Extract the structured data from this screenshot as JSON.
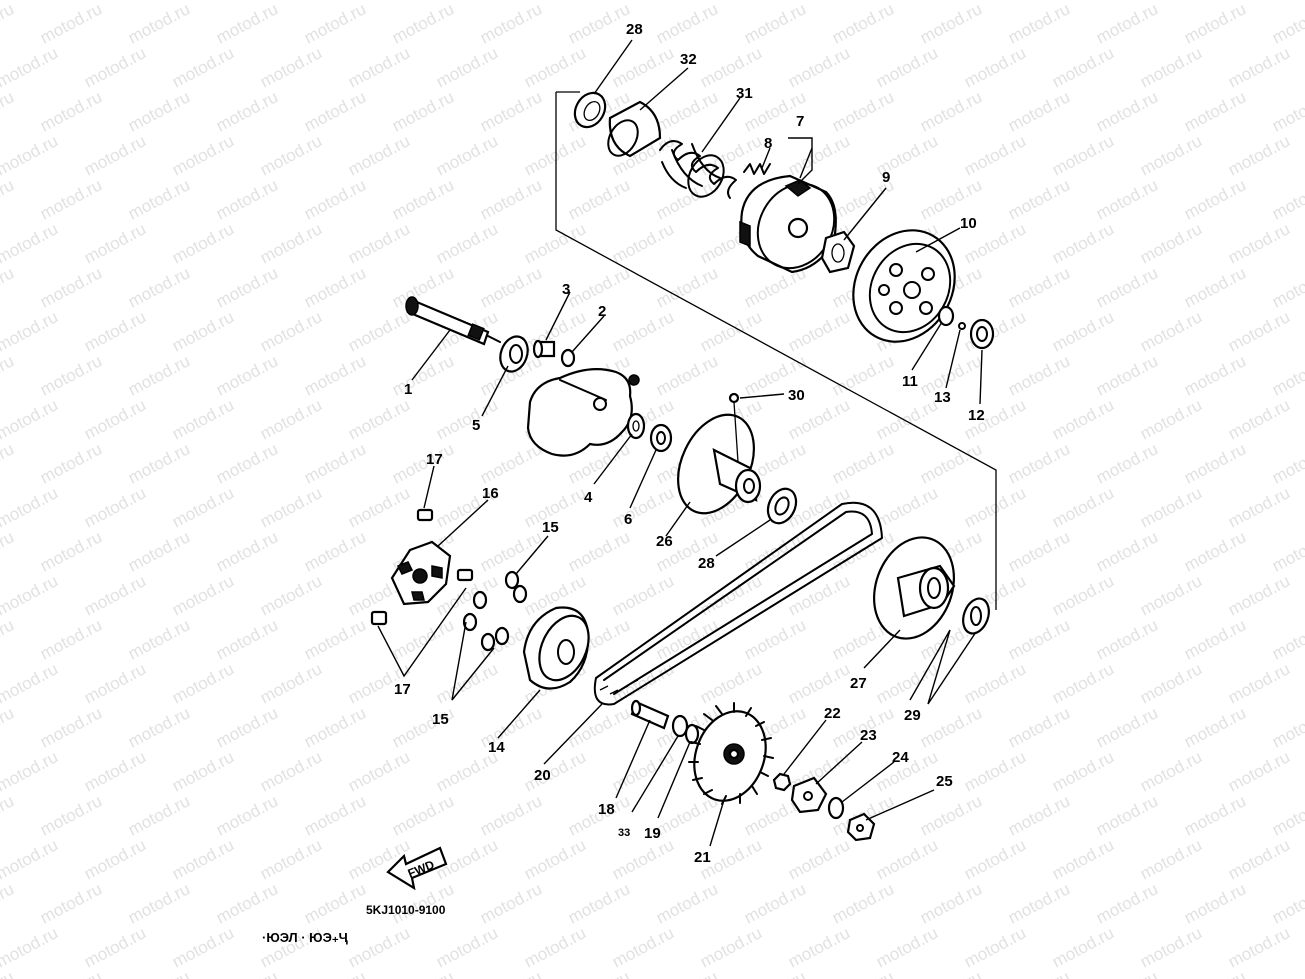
{
  "diagram": {
    "watermark": "motod.ru",
    "drawing_code": "5KJ1010-9100",
    "scribble": "·ЮЭЛ · ЮЭ₊Ҷ",
    "fwd_label": "FWD",
    "callouts": [
      "1",
      "2",
      "3",
      "4",
      "5",
      "6",
      "7",
      "8",
      "9",
      "10",
      "11",
      "12",
      "13",
      "14",
      "15",
      "15",
      "16",
      "17",
      "17",
      "18",
      "19",
      "20",
      "21",
      "22",
      "23",
      "24",
      "25",
      "26",
      "27",
      "28",
      "28",
      "29",
      "30",
      "31",
      "32",
      "33"
    ]
  }
}
